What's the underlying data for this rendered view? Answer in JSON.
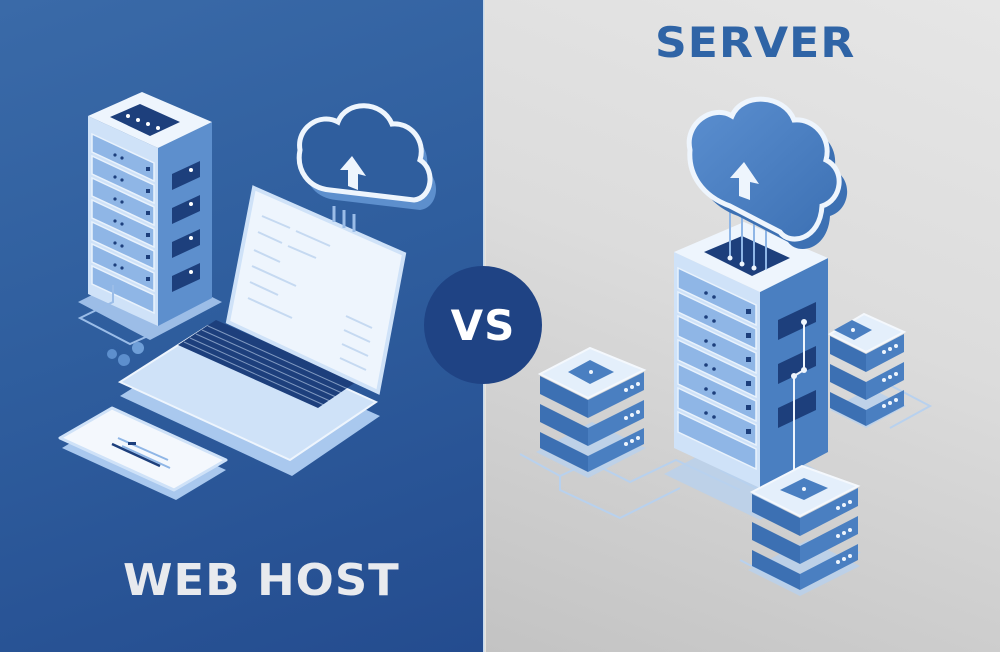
{
  "left": {
    "label": "WEB HOST",
    "background_top": "#3a6aa8",
    "background_bottom": "#244c8f",
    "label_color": "#e8eaee",
    "illustration": [
      "server-tower-icon",
      "laptop-icon",
      "cloud-upload-icon",
      "tablet-icon",
      "cable-icon"
    ]
  },
  "center": {
    "badge_text": "VS",
    "badge_color": "#1f4384"
  },
  "right": {
    "label": "SERVER",
    "background_top": "#e6e6e6",
    "background_bottom": "#c3c3c3",
    "label_color": "#2f64a6",
    "illustration": [
      "cloud-upload-icon",
      "server-rack-icon",
      "server-stack-left-icon",
      "server-stack-right-icon",
      "server-stack-front-icon",
      "network-lines-icon"
    ]
  },
  "palette": {
    "light": "#dbeafb",
    "mid": "#4a7fc1",
    "dark": "#1d3f7c",
    "white": "#f4f8fd"
  }
}
